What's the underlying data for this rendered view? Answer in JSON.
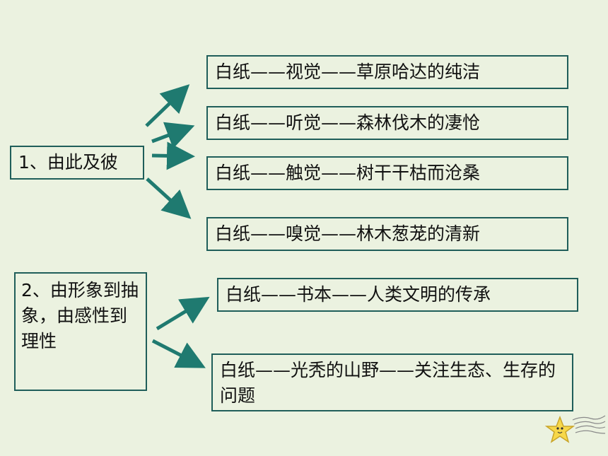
{
  "source1": {
    "text": "1、由此及彼"
  },
  "source2": {
    "text": "2、由形象到抽象，由感性到理性"
  },
  "targets1": [
    {
      "text": "白纸——视觉——草原哈达的纯洁"
    },
    {
      "text": "白纸——听觉——森林伐木的凄怆"
    },
    {
      "text": "白纸——触觉——树干干枯而沧桑"
    },
    {
      "text": "白纸——嗅觉——林木葱茏的清新"
    }
  ],
  "targets2": [
    {
      "text": "白纸——书本——人类文明的传承"
    },
    {
      "text": "白纸——光秃的山野——关注生态、生存的问题"
    }
  ],
  "colors": {
    "arrow": "#1f7a70",
    "border": "#1f5e5a",
    "background": "#ebf2e0"
  },
  "decoration": {
    "icon": "star-icon"
  }
}
